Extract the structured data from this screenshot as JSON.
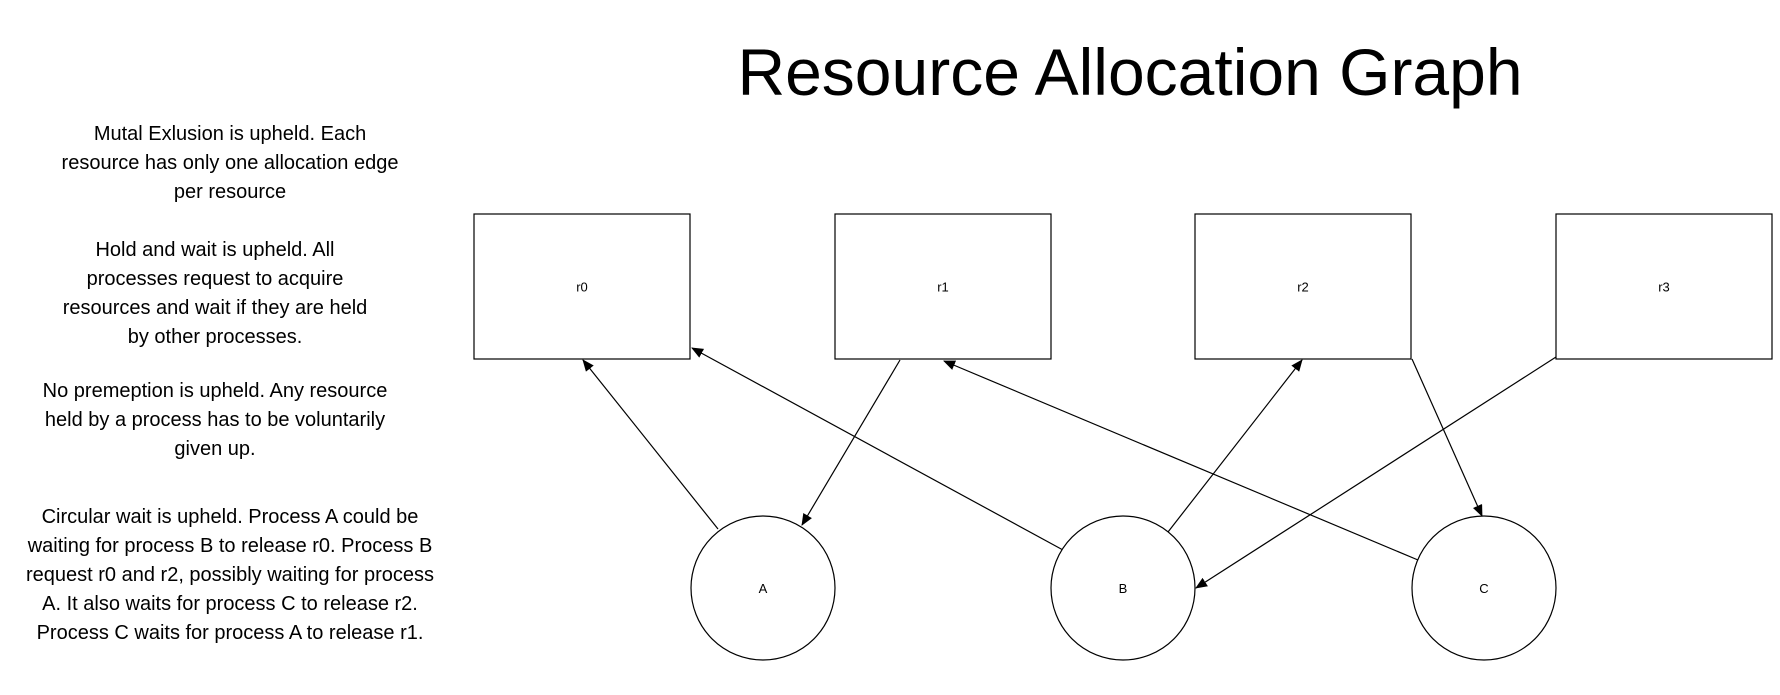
{
  "title": "Resource Allocation Graph",
  "notes": {
    "mutual_exclusion": "Mutal Exlusion is upheld. Each resource has only one allocation edge per resource",
    "hold_and_wait": "Hold and wait is upheld. All processes request to acquire resources and wait if they are held by other processes.",
    "no_preemption": "No premeption is upheld. Any resource held by a process has to be voluntarily given up.",
    "circular_wait": "Circular wait is upheld. Process A could be waiting for process B to release r0. Process B request r0 and r2, possibly waiting for process A. It also waits for process C to release r2. Process C waits for process A to release r1."
  },
  "resources": [
    {
      "id": "r0",
      "label": "r0"
    },
    {
      "id": "r1",
      "label": "r1"
    },
    {
      "id": "r2",
      "label": "r2"
    },
    {
      "id": "r3",
      "label": "r3"
    }
  ],
  "processes": [
    {
      "id": "A",
      "label": "A"
    },
    {
      "id": "B",
      "label": "B"
    },
    {
      "id": "C",
      "label": "C"
    }
  ],
  "edges": [
    {
      "from": "A",
      "to": "r0"
    },
    {
      "from": "r1",
      "to": "A"
    },
    {
      "from": "B",
      "to": "r0"
    },
    {
      "from": "B",
      "to": "r2"
    },
    {
      "from": "r2",
      "to": "C"
    },
    {
      "from": "r3",
      "to": "B"
    },
    {
      "from": "C",
      "to": "r1"
    }
  ],
  "colors": {
    "stroke": "#000000",
    "background": "#ffffff"
  }
}
